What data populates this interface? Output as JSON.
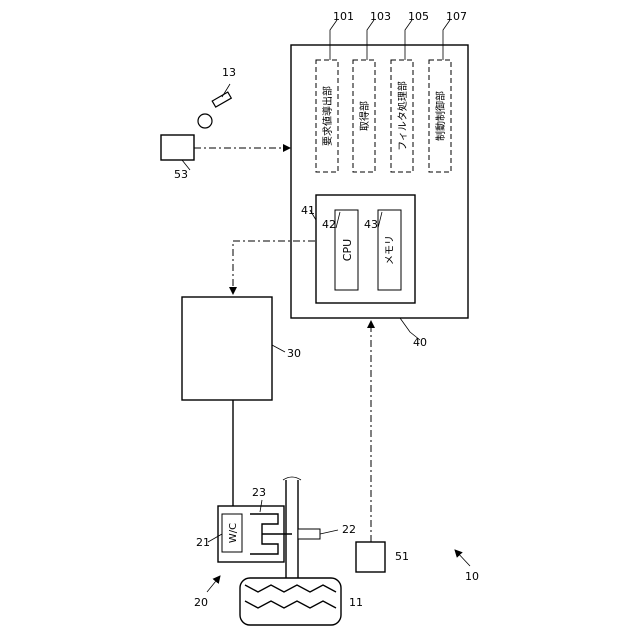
{
  "diagram": {
    "controller_refs": {
      "outer": "40",
      "cpu_block": "41",
      "cpu": "42",
      "memory": "43"
    },
    "cpu_label": "CPU",
    "memory_label": "メモリ",
    "modules": [
      {
        "ref": "101",
        "label": "要求値導出部"
      },
      {
        "ref": "103",
        "label": "取得部"
      },
      {
        "ref": "105",
        "label": "フィルタ処理部"
      },
      {
        "ref": "107",
        "label": "制動制御部"
      }
    ],
    "brake_actuator_ref": "30",
    "system_ref": "10",
    "brake_device_ref": "20",
    "wheel_cylinder_ref": "21",
    "wheel_cylinder_label": "W/C",
    "rotor_ref": "22",
    "caliper_ref": "23",
    "wheel_ref": "11",
    "wheel_speed_sensor_ref": "51",
    "onboard_sensor_ref": "53",
    "driver_ref": "13"
  }
}
